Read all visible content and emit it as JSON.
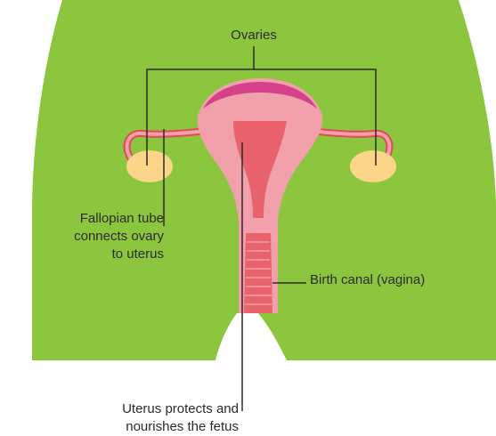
{
  "labels": {
    "ovaries": "Ovaries",
    "fallopian": [
      "Fallopian tube",
      "connects ovary",
      "to uterus"
    ],
    "birth_canal": "Birth canal (vagina)",
    "uterus": [
      "Uterus protects and",
      "nourishes the fetus"
    ]
  },
  "colors": {
    "body_green": "#8cc63f",
    "tissue_pink": "#f2a0ac",
    "tissue_dark": "#e8636b",
    "fundus_magenta": "#d6428a",
    "tube_outline": "#e04b55",
    "ovary_yellow": "#fbd589",
    "leader_line": "#2a2a2a"
  }
}
